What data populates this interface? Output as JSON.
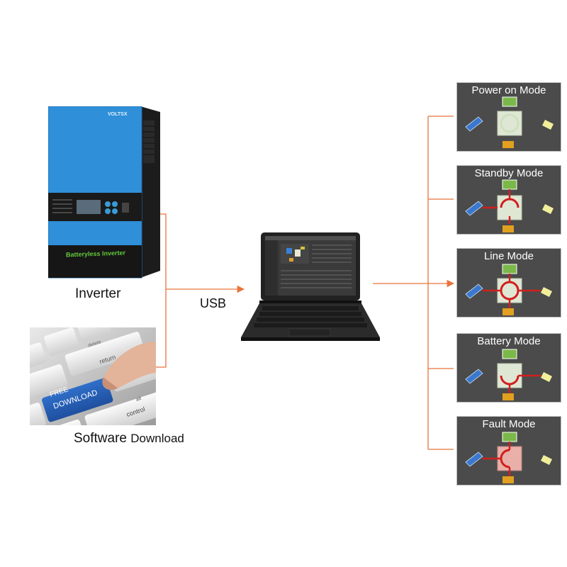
{
  "inverter": {
    "label": "Inverter",
    "brand": "VOLTSX",
    "front_text": "Batteryless Inverter"
  },
  "software": {
    "label_part1": "Software",
    "label_part2": "Download",
    "key_line1": "FREE",
    "key_line2": "DOWNLOAD",
    "key_return": "return",
    "key_control": "control",
    "key_delete": "delete",
    "key_alt": "alt"
  },
  "connection": {
    "label": "USB"
  },
  "modes": [
    {
      "title": "Power on Mode",
      "state": "power-on"
    },
    {
      "title": "Standby Mode",
      "state": "standby"
    },
    {
      "title": "Line Mode",
      "state": "line"
    },
    {
      "title": "Battery Mode",
      "state": "battery"
    },
    {
      "title": "Fault Mode",
      "state": "fault"
    }
  ],
  "colors": {
    "connector": "#e8743b",
    "inverter_blue": "#2f8fd8",
    "card_bg": "#4b4b4b",
    "flow_red": "#d21e1e"
  }
}
